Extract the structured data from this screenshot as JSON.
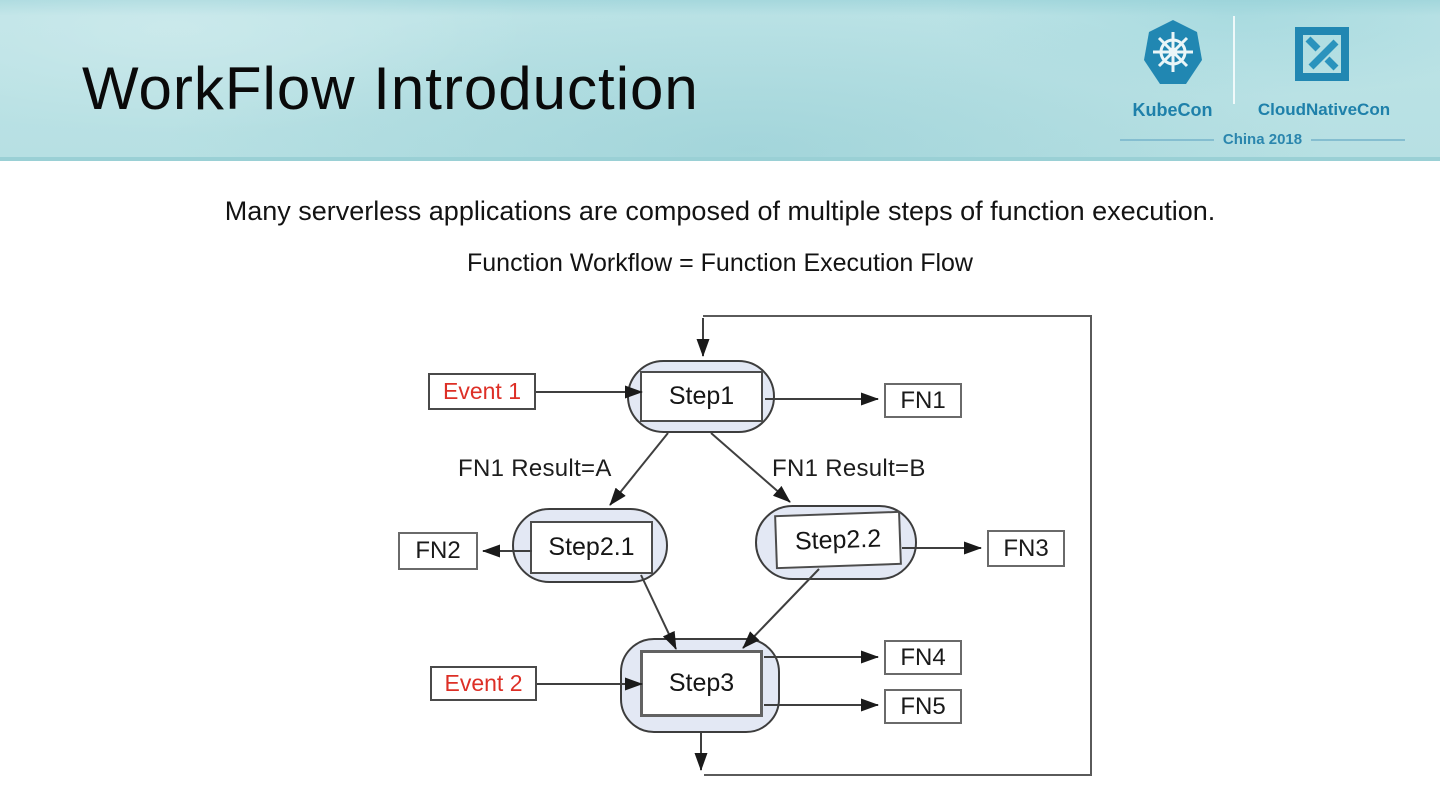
{
  "theme": {
    "header_bg": "#b7e0e3",
    "brand": "#1e80aa",
    "event_red": "#dd2f26",
    "step_fill": "#e3e8f4",
    "line": "#3f3f3f",
    "ink": "#161616"
  },
  "header": {
    "title": "WorkFlow Introduction",
    "kubecon_label": "KubeCon",
    "cloudnativecon_label": "CloudNativeCon",
    "event_label": "China 2018",
    "icons": {
      "kubecon_icon": "kubernetes-helm-wheel",
      "cloudnativecon_icon": "cncf-diagonal-square"
    }
  },
  "body": {
    "intro": "Many serverless applications are composed of multiple steps of function execution.",
    "equation": "Function Workflow = Function Execution Flow"
  },
  "diagram": {
    "branch_labels": {
      "a": "FN1 Result=A",
      "b": "FN1 Result=B"
    },
    "nodes": {
      "event1": {
        "label": "Event 1"
      },
      "event2": {
        "label": "Event 2"
      },
      "step1": {
        "label": "Step1"
      },
      "step2_1": {
        "label": "Step2.1"
      },
      "step2_2": {
        "label": "Step2.2"
      },
      "step3": {
        "label": "Step3"
      },
      "fn1": {
        "label": "FN1"
      },
      "fn2": {
        "label": "FN2"
      },
      "fn3": {
        "label": "FN3"
      },
      "fn4": {
        "label": "FN4"
      },
      "fn5": {
        "label": "FN5"
      }
    }
  }
}
